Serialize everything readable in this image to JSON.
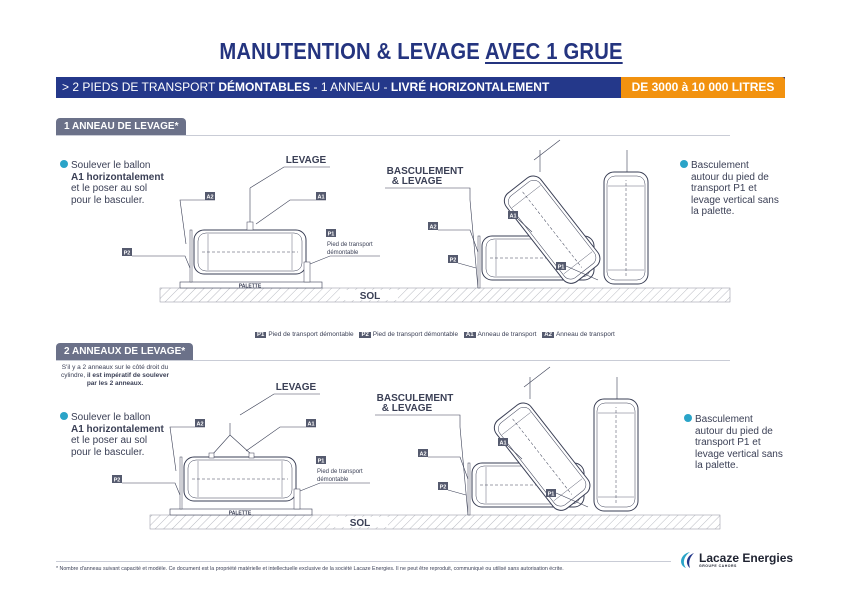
{
  "header": {
    "title_part1": "MANUTENTION & LEVAGE ",
    "title_part2": "AVEC 1 GRUE"
  },
  "band": {
    "prefix": "> 2 PIEDS DE TRANSPORT ",
    "bold1": "DÉMONTABLES",
    "mid": " - 1 ANNEAU - ",
    "bold2": "LIVRÉ HORIZONTALEMENT",
    "badge": "DE 3000 à 10 000 LITRES"
  },
  "section1": {
    "tab": "1 ANNEAU DE LEVAGE*",
    "left_note": [
      "Soulever le ballon",
      "A1 horizontalement",
      "et le poser au sol",
      "pour le basculer."
    ],
    "right_note": [
      "Basculement",
      "autour du pied de",
      "transport P1 et",
      "levage vertical sans",
      "la palette."
    ],
    "levage": "LEVAGE",
    "basculement": "BASCULEMENT",
    "basculement2": "& LEVAGE",
    "p1_desc1": "Pied de transport",
    "p1_desc2": "démontable",
    "palette": "PALETTE",
    "sol": "SOL"
  },
  "legend": [
    {
      "tag": "P1",
      "text": "Pied de transport démontable"
    },
    {
      "tag": "P2",
      "text": "Pied de transport démontable"
    },
    {
      "tag": "A1",
      "text": "Anneau de transport"
    },
    {
      "tag": "A2",
      "text": "Anneau de transport"
    }
  ],
  "section2": {
    "tab": "2 ANNEAUX DE LEVAGE*",
    "warning1": "S'il y a 2 anneaux sur le côté droit du cylindre, ",
    "warning2": "il est impératif de soulever par les 2 anneaux.",
    "left_note": [
      "Soulever le ballon",
      "A1 horizontalement",
      "et le poser au sol",
      "pour le basculer."
    ],
    "right_note": [
      "Basculement",
      "autour du pied de",
      "transport P1 et",
      "levage vertical sans",
      "la palette."
    ],
    "levage": "LEVAGE",
    "basculement": "BASCULEMENT",
    "basculement2": "& LEVAGE",
    "p1_desc1": "Pied de transport",
    "p1_desc2": "démontable",
    "palette": "PALETTE",
    "sol": "SOL"
  },
  "tags": {
    "a1": "A1",
    "a2": "A2",
    "p1": "P1",
    "p2": "P2"
  },
  "footer": {
    "text": "* Nombre d'anneau suivant capacité et modèle. Ce document est la propriété matérielle et intellectuelle exclusive de la société Lacaze Energies. Il ne peut être reproduit, communiqué ou utilisé sans autorisation écrite.",
    "logo": "Lacaze Energies",
    "logo_sub": "GROUPE CAHORS"
  },
  "colors": {
    "navy": "#24388a",
    "orange": "#f2920f",
    "tab": "#6b7189",
    "accent": "#2aa4c8"
  }
}
